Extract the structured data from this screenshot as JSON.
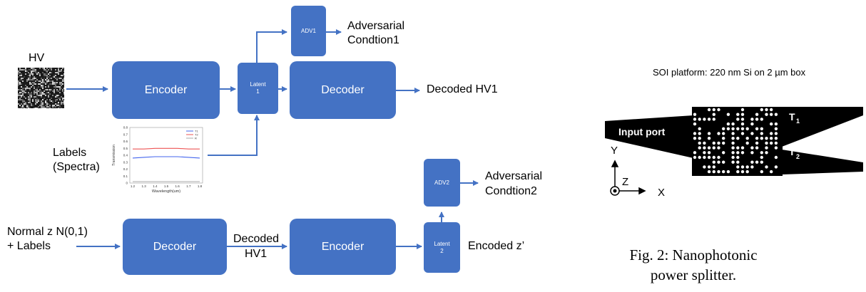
{
  "top_flow": {
    "input_label": "HV",
    "encoder_label": "Encoder",
    "latent_label": [
      "Latent",
      "1"
    ],
    "adv_label": "ADV1",
    "adv_output": [
      "Adversarial",
      "Condtion1"
    ],
    "decoder_label": "Decoder",
    "output_label": "Decoded HV1",
    "labels_text": [
      "Labels",
      "(Spectra)"
    ]
  },
  "spectra_plot": {
    "ylabel": "Transmission",
    "xlabel": "Wavelength(um)",
    "yticks": [
      "0.8",
      "0.7",
      "0.6",
      "0.5",
      "0.4",
      "0.3",
      "0.2",
      "0.1",
      "0"
    ],
    "xticks": [
      "1.2",
      "1.3",
      "1.4",
      "1.5",
      "1.6",
      "1.7",
      "1.8"
    ],
    "legend": [
      "T1",
      "T2",
      "R"
    ],
    "colors": {
      "T1": "#4466ee",
      "T2": "#ee5555",
      "R": "#aaaaaa"
    }
  },
  "bottom_flow": {
    "input_label": [
      "Normal z  N(0,1)",
      "+ Labels"
    ],
    "decoder_label": "Decoder",
    "mid_label": [
      "Decoded",
      "HV1"
    ],
    "encoder_label": "Encoder",
    "latent_label": [
      "Latent",
      "2"
    ],
    "adv_label": "ADV2",
    "adv_output": [
      "Adversarial",
      "Condtion2"
    ],
    "output_label": "Encoded z’"
  },
  "splitter": {
    "platform": "SOI platform: 220 nm Si on 2 µm box",
    "input_port": "Input port",
    "t1": "T",
    "t1_sub": "1",
    "t2": "T",
    "t2_sub": "2",
    "axis_y": "Y",
    "axis_z": "Z",
    "axis_x": "X"
  },
  "caption": [
    "Fig. 2: Nanophotonic",
    "power splitter."
  ],
  "colors": {
    "block": "#4472c4",
    "arrow": "#4472c4",
    "waveguide": "#000000"
  }
}
